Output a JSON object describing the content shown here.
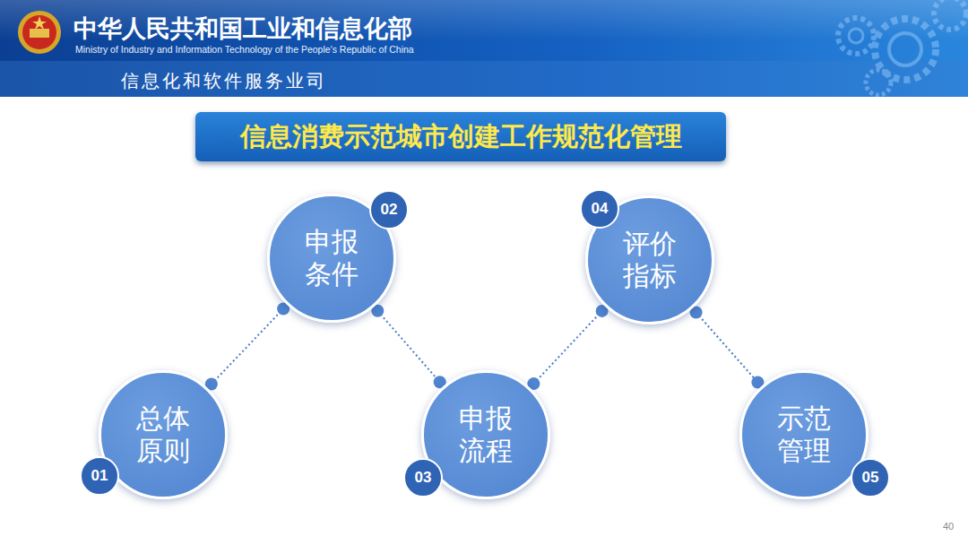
{
  "diagram": {
    "title": "信息消费示范城市创建工作规范化管理",
    "nodes": [
      {
        "text": [
          "总体 原则",
          "01"
        ]
      },
      {
        "text": [
          "申报 条件",
          "02"
        ]
      },
      {
        "text": [
          "申报 流程",
          "03"
        ]
      },
      {
        "text": [
          "评价 指标",
          "04"
        ]
      },
      {
        "text": [
          "示范 管理",
          "05"
        ]
      }
    ],
    "edges": [
      {
        "from": 0,
        "to": 1,
        "arrow": "none"
      },
      {
        "from": 1,
        "to": 2,
        "arrow": "none"
      },
      {
        "from": 2,
        "to": 3,
        "arrow": "none"
      },
      {
        "from": 3,
        "to": 4,
        "arrow": "none"
      }
    ],
    "labels": [
      "中华人民共和国工业和信息化部",
      "Ministry of Industry and Information Technology of the People's Republic of China",
      "信息化和软件服务业司",
      "40"
    ]
  }
}
